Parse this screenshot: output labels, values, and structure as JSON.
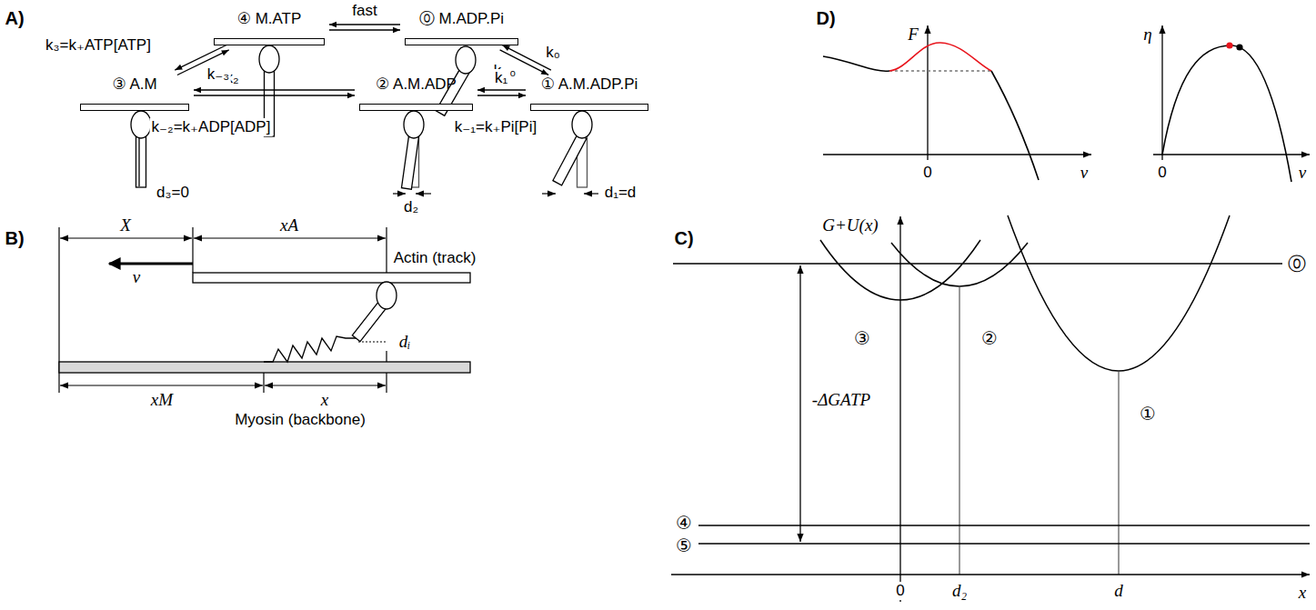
{
  "diagram": {
    "nodes": [
      {
        "text": [
          "④ M.ATP"
        ]
      },
      {
        "text": [
          "⓪ M.ADP.Pi"
        ]
      },
      {
        "text": [
          "③ A.M"
        ]
      },
      {
        "text": [
          "② A.M.ADP"
        ]
      },
      {
        "text": [
          "① A.M.ADP.Pi"
        ]
      }
    ],
    "edges": [
      {
        "from": 0,
        "to": 1,
        "label": "fast",
        "arrow": "both"
      },
      {
        "from": 1,
        "to": 4,
        "label": "k₀",
        "arrow": "both"
      },
      {
        "from": 4,
        "to": 3,
        "label": "k₁",
        "arrow": "both"
      },
      {
        "from": 3,
        "to": 2,
        "label": "k₂",
        "arrow": "both"
      },
      {
        "from": 2,
        "to": 0,
        "label": "k₋₃",
        "arrow": "both"
      }
    ],
    "labels": [
      "A)",
      "k₃=k₊ATP[ATP]",
      "k₋₀",
      "k₋₂=k₊ADP[ADP]",
      "k₋₁=k₊Pi[Pi]",
      "d₃=0",
      "d₂",
      "d₁=d",
      "B)",
      "X",
      "v",
      "xA",
      "Actin (track)",
      "dᵢ",
      "xM",
      "x",
      "Myosin (backbone)",
      "C)",
      "G+U(x)",
      "⓪",
      "-ΔGATP",
      "④",
      "⑤",
      "③",
      "②",
      "①",
      "0",
      "d₂",
      "d",
      "x",
      "D)",
      "F",
      "0",
      "v",
      "η",
      "0",
      "v"
    ]
  }
}
